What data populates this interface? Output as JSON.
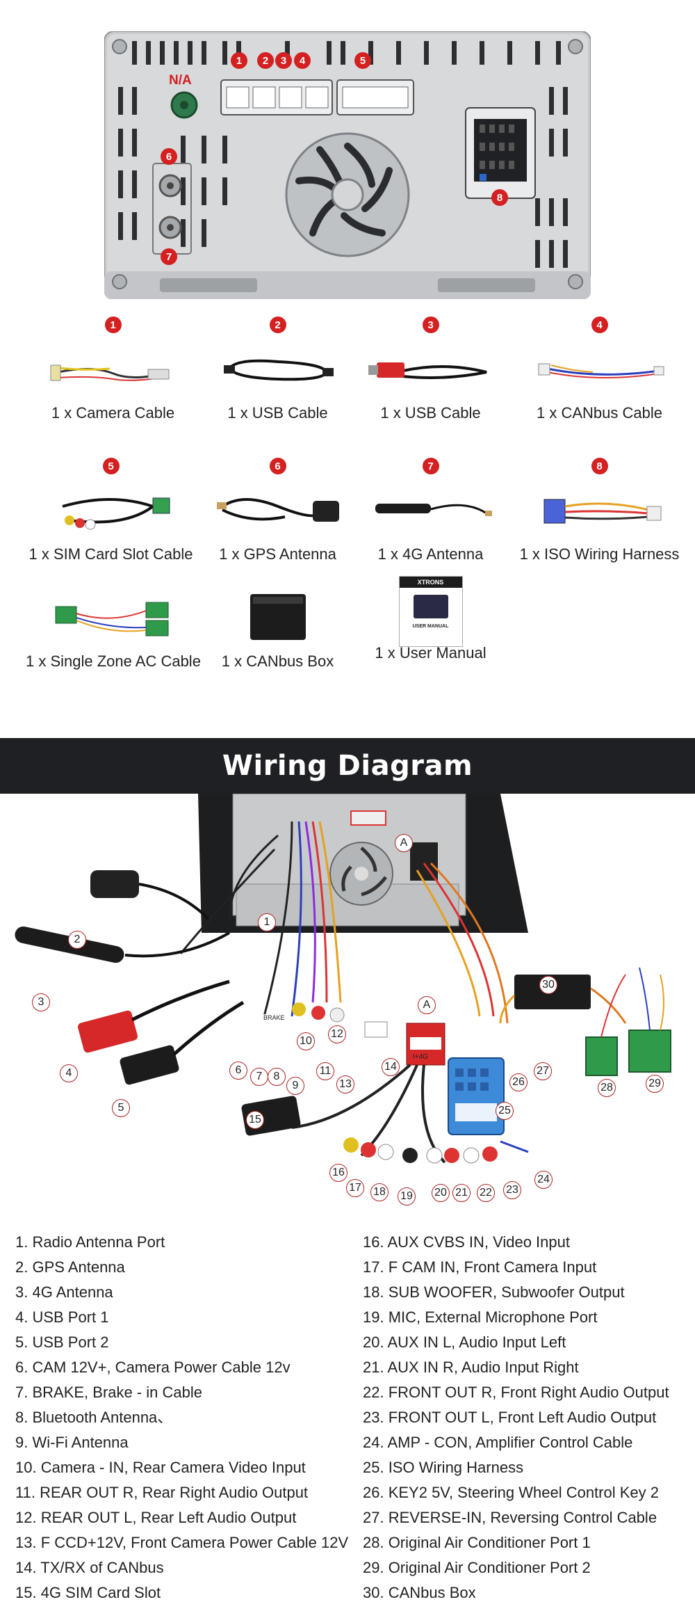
{
  "back_panel": {
    "na_label": "N/A",
    "badges": [
      "1",
      "2",
      "3",
      "4",
      "5",
      "6",
      "7",
      "8"
    ]
  },
  "accessories": [
    {
      "number": "1",
      "label": "1 x Camera Cable"
    },
    {
      "number": "2",
      "label": "1 x USB Cable"
    },
    {
      "number": "3",
      "label": "1 x USB Cable"
    },
    {
      "number": "4",
      "label": "1 x CANbus Cable"
    },
    {
      "number": "5",
      "label": "1 x SIM Card Slot Cable"
    },
    {
      "number": "6",
      "label": "1 x GPS Antenna"
    },
    {
      "number": "7",
      "label": "1 x 4G Antenna"
    },
    {
      "number": "8",
      "label": "1 x ISO Wiring Harness"
    },
    {
      "number": "",
      "label": "1 x Single Zone AC Cable"
    },
    {
      "number": "",
      "label": "1 x CANbus Box"
    },
    {
      "number": "",
      "label": "1 x User Manual"
    }
  ],
  "manual_cover": {
    "brand": "XTRONS",
    "title": "USER MANUAL"
  },
  "wiring_title": "Wiring Diagram",
  "diagram_markers": [
    "1",
    "2",
    "3",
    "4",
    "5",
    "6",
    "7",
    "8",
    "9",
    "10",
    "11",
    "12",
    "13",
    "14",
    "15",
    "16",
    "17",
    "18",
    "19",
    "20",
    "21",
    "22",
    "23",
    "24",
    "25",
    "26",
    "27",
    "28",
    "29",
    "30",
    "A",
    "A"
  ],
  "connector_texts": {
    "plug_a": "I+4G",
    "brake": "BRAKE"
  },
  "legend_left": [
    "1. Radio Antenna Port",
    "2. GPS Antenna",
    "3. 4G Antenna",
    "4. USB Port 1",
    "5. USB Port 2",
    "6. CAM 12V+, Camera Power Cable 12v",
    "7. BRAKE, Brake - in Cable",
    "8. Bluetooth Antenna、",
    "9. Wi-Fi Antenna",
    "10. Camera - IN, Rear Camera Video Input",
    "11. REAR OUT R, Rear Right Audio Output",
    "12. REAR OUT L, Rear Left Audio Output",
    "13. F CCD+12V, Front Camera Power Cable 12V",
    "14. TX/RX of CANbus",
    "15. 4G SIM Card Slot"
  ],
  "legend_right": [
    "16. AUX CVBS IN, Video Input",
    "17. F CAM IN, Front Camera Input",
    "18. SUB WOOFER, Subwoofer Output",
    "19. MIC, External Microphone Port",
    "20. AUX IN L, Audio Input Left",
    "21. AUX IN R, Audio Input Right",
    "22. FRONT OUT R, Front Right Audio Output",
    "23. FRONT OUT L, Front Left Audio Output",
    "24. AMP - CON, Amplifier Control Cable",
    "25. ISO Wiring Harness",
    "26. KEY2 5V, Steering Wheel Control Key 2",
    "27. REVERSE-IN, Reversing Control Cable",
    "28. Original Air Conditioner Port 1",
    "29. Original Air Conditioner Port 2",
    "30. CANbus Box"
  ]
}
